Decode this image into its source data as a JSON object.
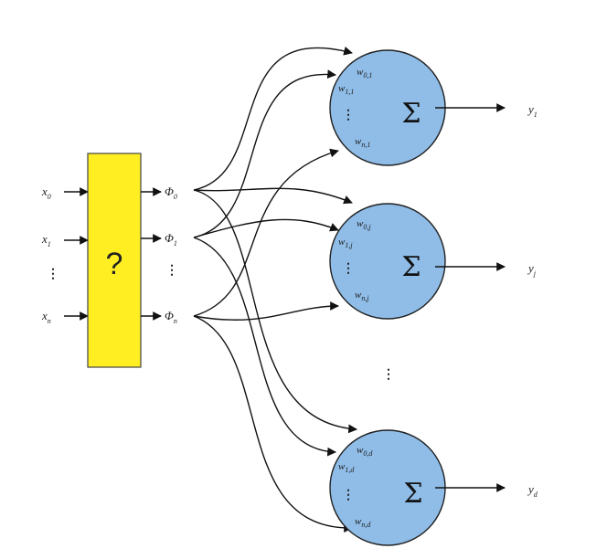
{
  "box": {
    "label": "?",
    "color": "#ffee22"
  },
  "node_color": "#8fbde8",
  "inputs": [
    {
      "name": "x",
      "sub": "0"
    },
    {
      "name": "x",
      "sub": "1"
    },
    {
      "name": "x",
      "sub": "n"
    }
  ],
  "features": [
    {
      "name": "Φ",
      "sub": "0"
    },
    {
      "name": "Φ",
      "sub": "1"
    },
    {
      "name": "Φ",
      "sub": "n"
    }
  ],
  "vertical_ellipsis": "⋮",
  "nodes": [
    {
      "sum": "Σ",
      "w_top": "w",
      "w_top_sub": "0,1",
      "w_mid": "w",
      "w_mid_sub": "1,1",
      "w_bot": "w",
      "w_bot_sub": "n,1",
      "output": "y",
      "output_sub": "1"
    },
    {
      "sum": "Σ",
      "w_top": "w",
      "w_top_sub": "0,j",
      "w_mid": "w",
      "w_mid_sub": "1,j",
      "w_bot": "w",
      "w_bot_sub": "n,j",
      "output": "y",
      "output_sub": "j"
    },
    {
      "sum": "Σ",
      "w_top": "w",
      "w_top_sub": "0,d",
      "w_mid": "w",
      "w_mid_sub": "1,d",
      "w_bot": "w",
      "w_bot_sub": "n,d",
      "output": "y",
      "output_sub": "d"
    }
  ]
}
